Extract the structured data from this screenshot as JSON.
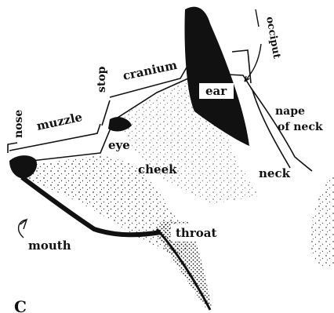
{
  "labels": {
    "nose": "nose",
    "muzzle": "muzzle",
    "stop": "stop",
    "cranium": "cranium",
    "occiput": "occiput",
    "ear": "ear",
    "nape_line1": "nape",
    "nape_line2": "of neck",
    "eye": "eye",
    "cheek": "cheek",
    "neck": "neck",
    "mouth": "mouth",
    "throat": "throat",
    "corner": "C"
  },
  "colors": {
    "ink": "#111111",
    "paper": "#ffffff"
  }
}
